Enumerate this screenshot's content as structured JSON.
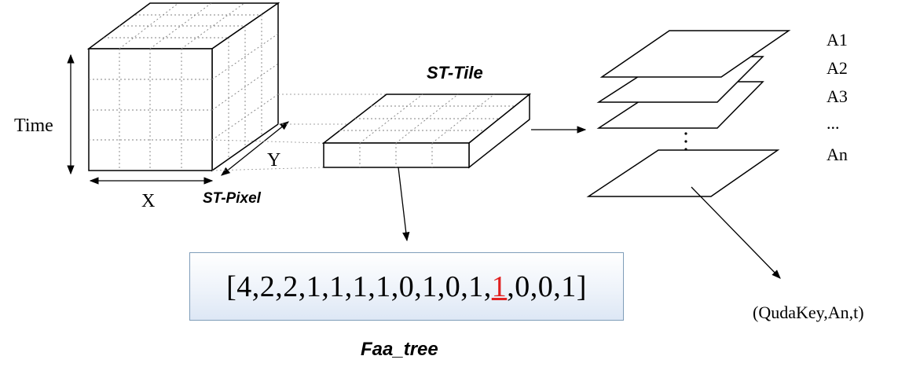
{
  "labels": {
    "time": "Time",
    "x": "X",
    "y": "Y",
    "st_pixel": "ST-Pixel",
    "st_tile": "ST-Tile",
    "faa_tree": "Faa_tree",
    "quadkey": "(QudaKey,An,t)"
  },
  "layers": {
    "a1": "A1",
    "a2": "A2",
    "a3": "A3",
    "dots": "...",
    "an": "An"
  },
  "faa_tree_sequence": {
    "open": "[",
    "close": "]",
    "separator": ",",
    "values": [
      "4",
      "2",
      "2",
      "1",
      "1",
      "1",
      "1",
      "0",
      "1",
      "0",
      "1",
      "1",
      "0",
      "0",
      "1"
    ],
    "highlight_index": 11
  },
  "colors": {
    "stroke": "#000000",
    "grid_dash": "#808080",
    "highlight": "#e02020",
    "box_border": "#7f9db9",
    "box_fill": "#eef3fa"
  }
}
